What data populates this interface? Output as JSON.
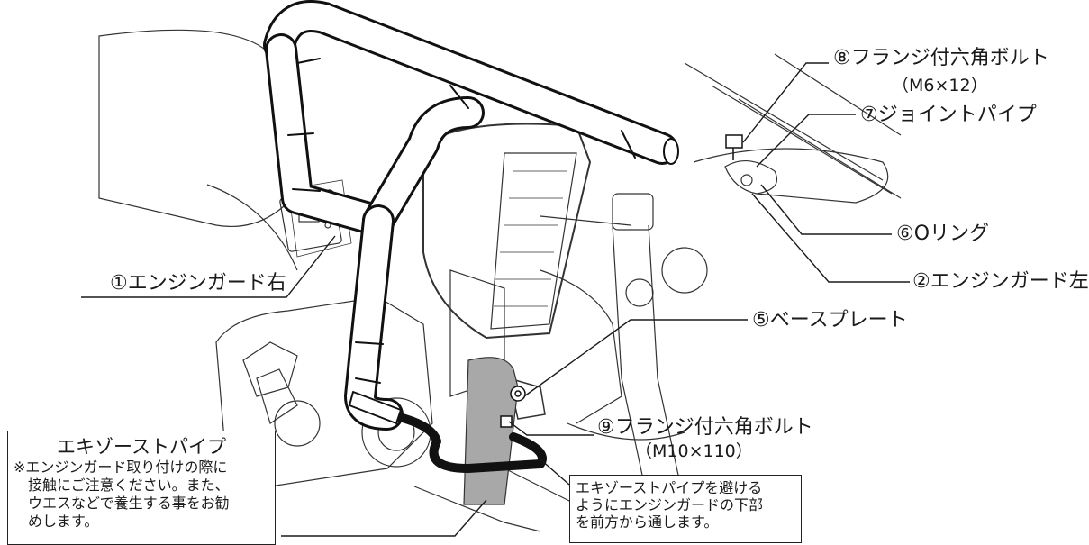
{
  "parts": [
    {
      "id": "1",
      "label": "①エンジンガード右"
    },
    {
      "id": "2",
      "label": "②エンジンガード左"
    },
    {
      "id": "5",
      "label": "⑤ベースプレート"
    },
    {
      "id": "6",
      "label": "⑥Oリング"
    },
    {
      "id": "7",
      "label": "⑦ジョイントパイプ"
    },
    {
      "id": "8",
      "label": "⑧フランジ付六角ボルト",
      "spec": "（M6×12）"
    },
    {
      "id": "9",
      "label": "⑨フランジ付六角ボルト",
      "spec": "（M10×110）"
    }
  ],
  "exhaust_box": {
    "title": "エキゾーストパイプ",
    "lines": [
      "※エンジンガード取り付けの際に",
      "　接触にご注意ください。また、",
      "　ウエスなどで養生する事をお勧",
      "　めします。"
    ]
  },
  "routing_note": {
    "lines": [
      "エキゾーストパイプを避ける",
      "ようにエンジンガードの下部",
      "を前方から通します。"
    ]
  },
  "colors": {
    "line": "#1a1a1a",
    "exhaust": "#a8a8a8",
    "guard": "#ffffff"
  }
}
